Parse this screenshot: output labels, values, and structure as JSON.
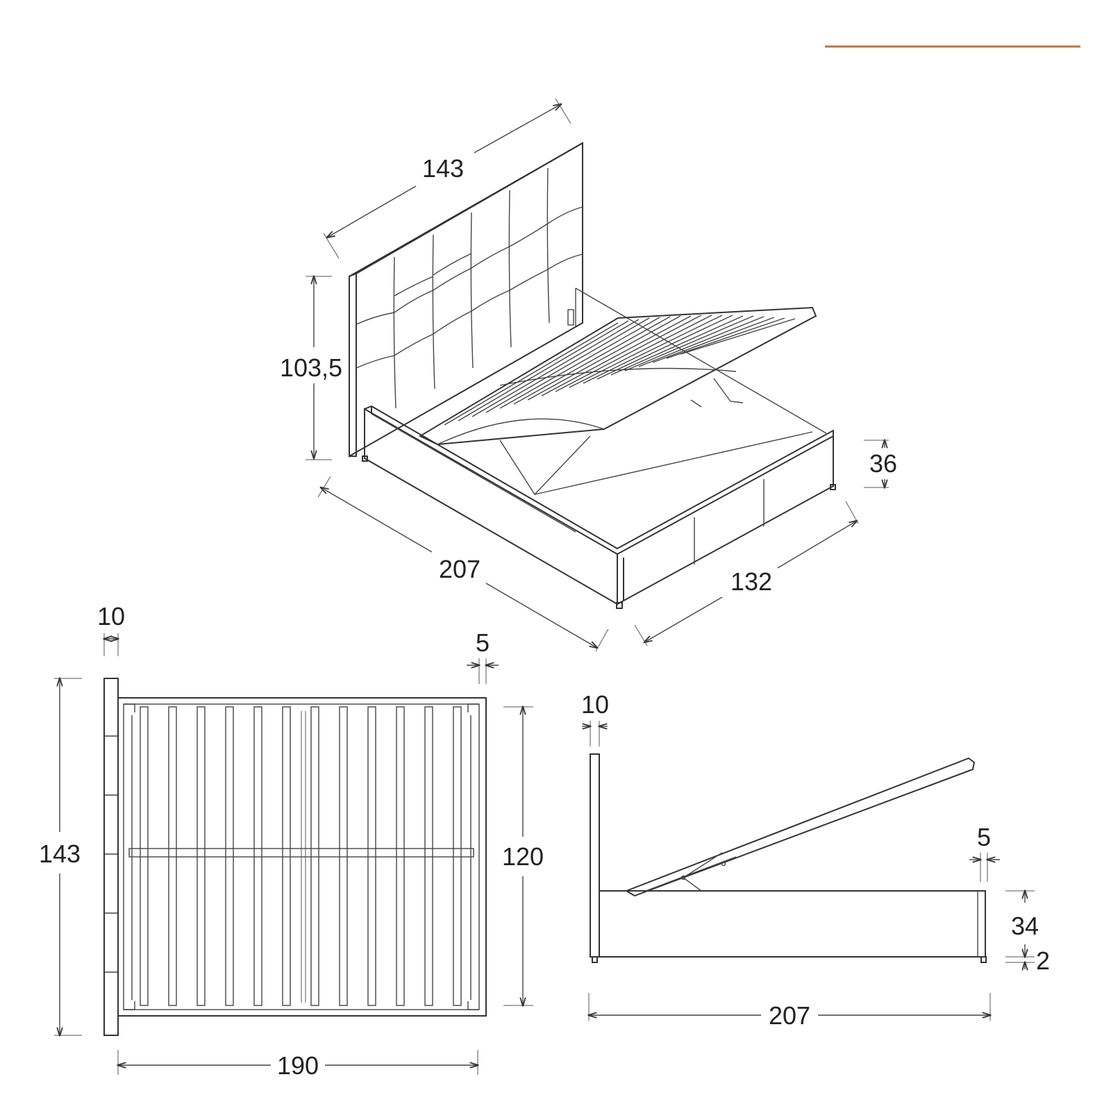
{
  "accent_color": "#c2703e",
  "iso_view": {
    "headboard_width": "143",
    "headboard_height": "103,5",
    "frame_height": "36",
    "length": "207",
    "width": "132"
  },
  "top_view": {
    "headboard_thickness": "10",
    "frame_thickness": "5",
    "overall_width": "143",
    "inner_width": "120",
    "inner_length": "190"
  },
  "side_view": {
    "headboard_thickness": "10",
    "frame_thickness": "5",
    "frame_height": "34",
    "foot_height": "2",
    "overall_length": "207"
  }
}
